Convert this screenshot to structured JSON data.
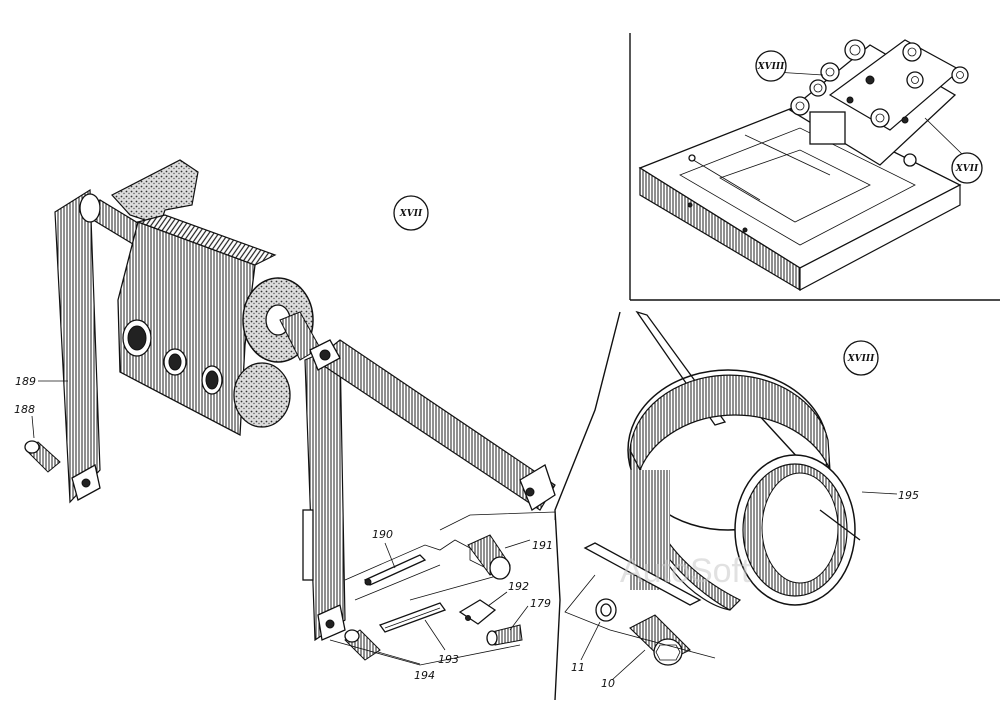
{
  "watermark": "AutoSoft",
  "views": {
    "xvii": "XVII",
    "xviii": "XVIII",
    "inset_xviii": "XVIII",
    "inset_xvii": "XVII"
  },
  "parts": {
    "p188": "188",
    "p189": "189",
    "p190": "190",
    "p191": "191",
    "p192": "192",
    "p179": "179",
    "p193": "193",
    "p194": "194",
    "p195": "195",
    "p11": "11",
    "p10": "10"
  }
}
